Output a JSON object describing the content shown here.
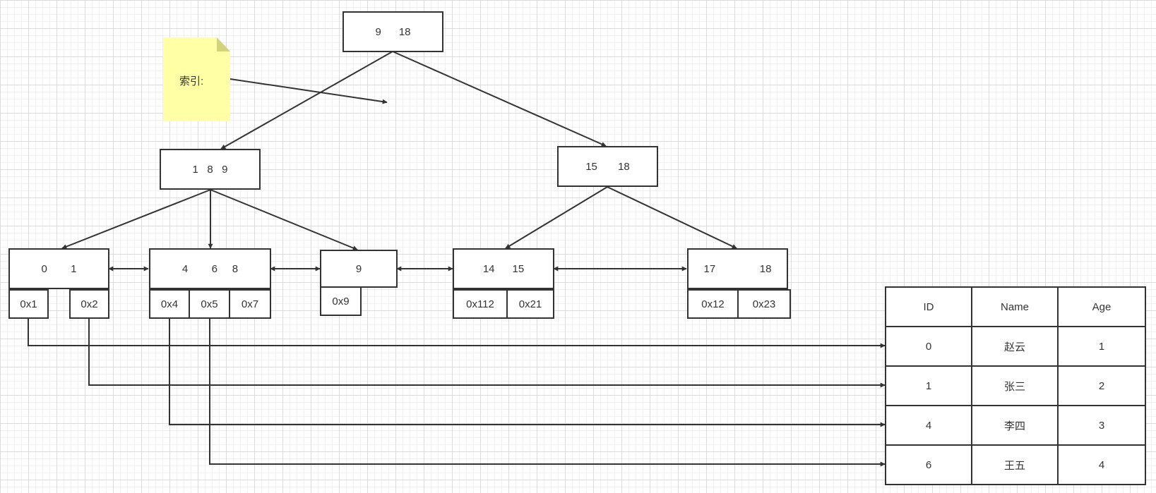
{
  "note": {
    "label": "索引:"
  },
  "tree": {
    "root": {
      "keys": "9      18"
    },
    "level1": {
      "left": {
        "keys": "1   8   9"
      },
      "right": {
        "keys": "15       18"
      }
    },
    "leaves": {
      "leaf1": {
        "keys": "0        1",
        "pointers": [
          "0x1",
          "0x2"
        ]
      },
      "leaf2": {
        "keys": "4        6     8",
        "pointers": [
          "0x4",
          "0x5",
          "0x7"
        ]
      },
      "leaf3": {
        "keys": "9",
        "pointers": [
          "0x9"
        ]
      },
      "leaf4": {
        "keys": "14      15",
        "pointers": [
          "0x112",
          "0x21"
        ]
      },
      "leaf5": {
        "keys": "17               18",
        "pointers": [
          "0x12",
          "0x23"
        ]
      }
    }
  },
  "table": {
    "headers": [
      "ID",
      "Name",
      "Age"
    ],
    "rows": [
      [
        "0",
        "赵云",
        "1"
      ],
      [
        "1",
        "张三",
        "2"
      ],
      [
        "4",
        "李四",
        "3"
      ],
      [
        "6",
        "王五",
        "4"
      ]
    ]
  }
}
